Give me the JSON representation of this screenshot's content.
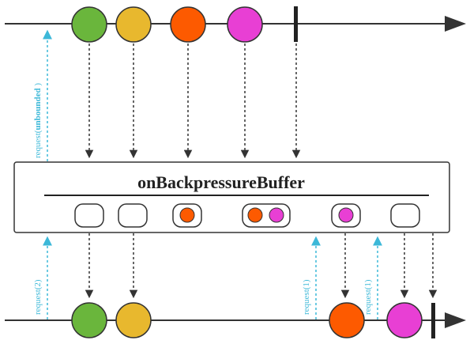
{
  "operator": {
    "title": "onBackpressureBuffer"
  },
  "colors": {
    "green": "#6ab63c",
    "yellow": "#e8b82e",
    "orange": "#fd5a00",
    "magenta": "#e83fd4",
    "line": "#333333",
    "request": "#3cb8d8",
    "box_border": "#333333",
    "box_fill": "#ffffff"
  },
  "requests": {
    "upstream": {
      "prefix": "request(",
      "strong": "unbounded",
      "suffix": " )"
    },
    "downstream_first": "request(2)",
    "downstream_second": "request(1)",
    "downstream_third": "request(1)"
  },
  "sequence": {
    "upstream_emissions": [
      "green",
      "yellow",
      "orange",
      "magenta"
    ],
    "upstream_terminates": true,
    "buffer_states": [
      [],
      [],
      [
        "orange"
      ],
      [
        "orange",
        "magenta"
      ],
      [
        "magenta"
      ],
      []
    ],
    "downstream_emissions": [
      "green",
      "yellow",
      "orange",
      "magenta"
    ],
    "downstream_terminates": true
  }
}
